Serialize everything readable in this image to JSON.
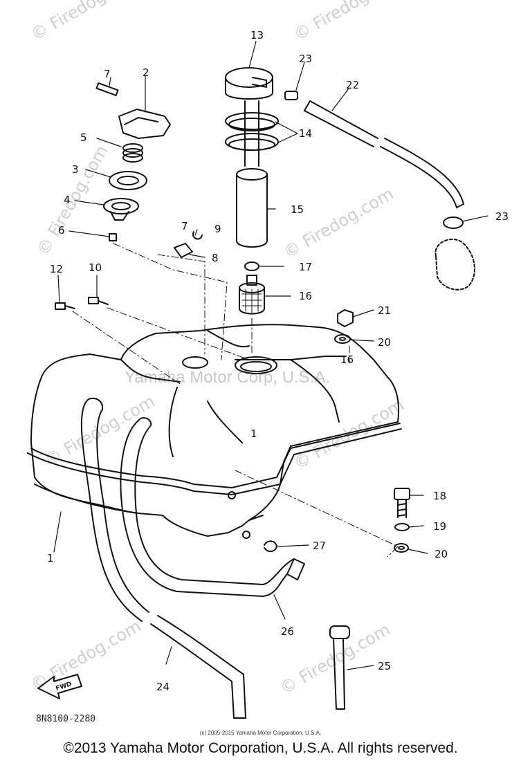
{
  "watermarks": {
    "site": "© Firedog.com",
    "corp": "Yamaha Motor Corp, U.S.A."
  },
  "diagram": {
    "code": "8N8100-2280",
    "fwd_label": "FWD",
    "callouts": {
      "c1": "1",
      "c2": "2",
      "c3": "3",
      "c4": "4",
      "c5": "5",
      "c6": "6",
      "c7": "7",
      "c7b": "7",
      "c8": "8",
      "c9": "9",
      "c10": "10",
      "c11": "1",
      "c12": "12",
      "c13": "13",
      "c14": "14",
      "c15": "15",
      "c16": "16",
      "c17": "17",
      "c18": "18",
      "c19": "19",
      "c20a": "20",
      "c20b": "20",
      "c21": "21",
      "c22": "22",
      "c23a": "23",
      "c23b": "23",
      "c24": "24",
      "c25": "25",
      "c26": "26",
      "c27": "27",
      "c16b": "16"
    }
  },
  "small_copyright": "(c) 2005-2015 Yamaha Motor Corporation, U.S.A.",
  "footer": "©2013 Yamaha Motor Corporation, U.S.A. All rights reserved."
}
